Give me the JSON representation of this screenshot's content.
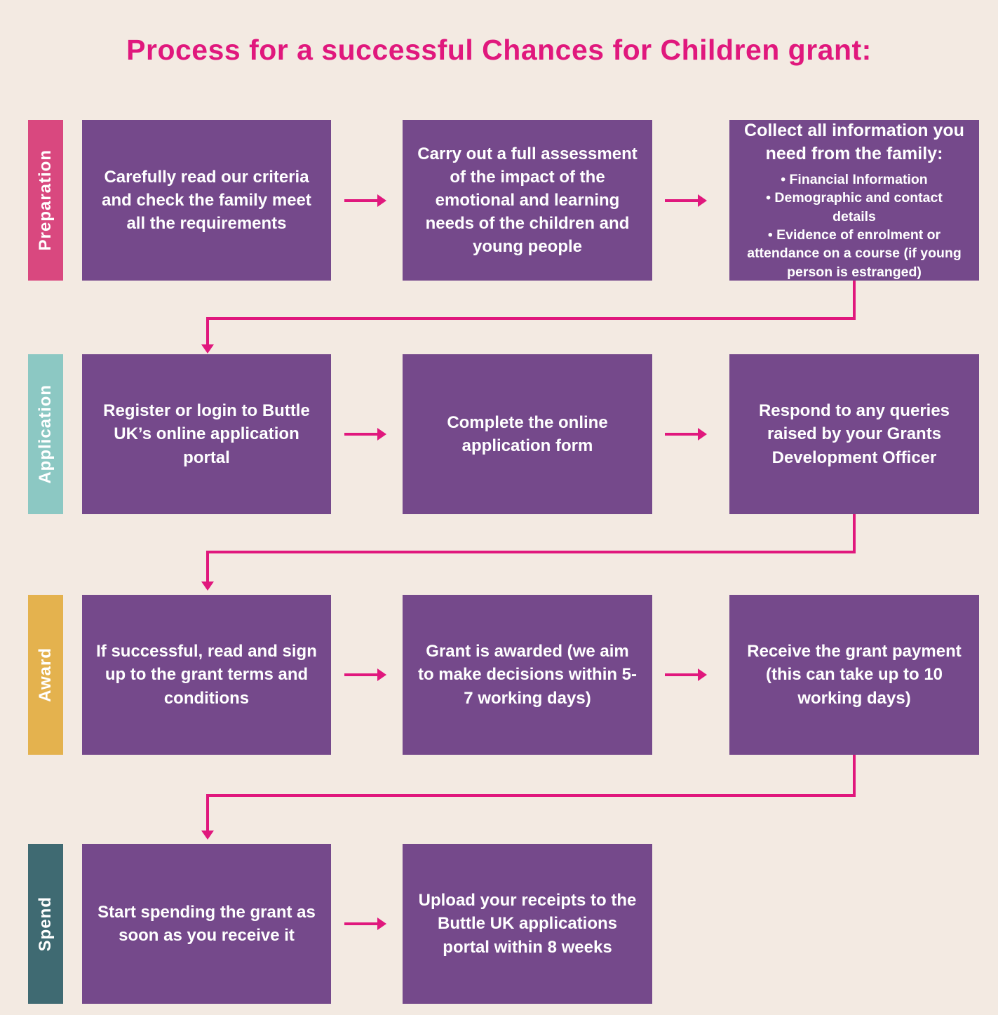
{
  "title": "Process for a successful Chances for Children grant:",
  "colors": {
    "background": "#f3eae2",
    "title_pink": "#e0187d",
    "box_purple": "#75498b",
    "arrow_pink": "#e0187d",
    "stage_preparation": "#d9487f",
    "stage_application": "#8cc8c3",
    "stage_award": "#e4b24e",
    "stage_spend": "#3f6a72"
  },
  "rows": [
    {
      "label": "Preparation",
      "boxes": [
        {
          "text": "Carefully read our criteria and check the family meet all the requirements"
        },
        {
          "text": "Carry out a full assessment of the impact of the emotional and learning needs of the children and young people"
        },
        {
          "heading": "Collect all information you need from the family:",
          "bullets": [
            "• Financial Information",
            "• Demographic and contact details",
            "• Evidence of enrolment or attendance on a course (if young person is estranged)"
          ]
        }
      ]
    },
    {
      "label": "Application",
      "boxes": [
        {
          "text": "Register or login to Buttle UK’s online application portal"
        },
        {
          "text": "Complete the online application form"
        },
        {
          "text": "Respond to any queries raised by your Grants Development Officer"
        }
      ]
    },
    {
      "label": "Award",
      "boxes": [
        {
          "text": "If successful, read and sign up to the grant terms and conditions"
        },
        {
          "text": "Grant is awarded (we aim to make decisions within 5-7 working days)"
        },
        {
          "text": "Receive the grant payment (this can take up to 10 working days)"
        }
      ]
    },
    {
      "label": "Spend",
      "boxes": [
        {
          "text": "Start spending the grant as soon as you receive it"
        },
        {
          "text": "Upload your receipts to the Buttle UK applications portal within 8 weeks"
        }
      ]
    }
  ]
}
